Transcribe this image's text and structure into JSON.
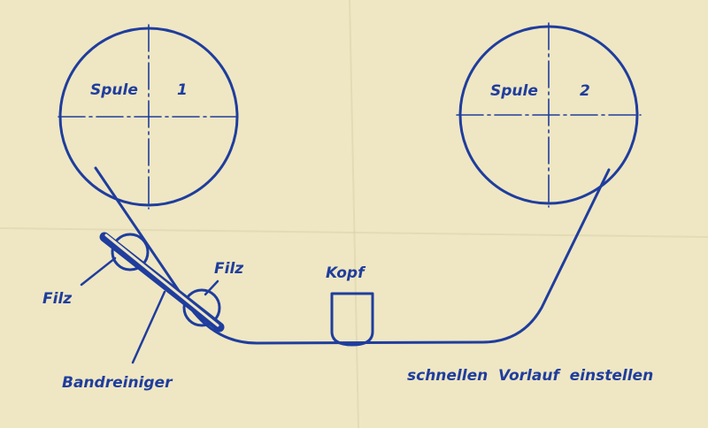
{
  "colors": {
    "paper": "#efe7c3",
    "paper_fold": "#d9d0a8",
    "ink": "#1f3d9e"
  },
  "labels": {
    "spule_left_word": "Spule",
    "spule_left_number": "1",
    "spule_right_word": "Spule",
    "spule_right_number": "2",
    "head": "Kopf",
    "felt_left": "Filz",
    "felt_right": "Filz",
    "cleaner": "Bandreiniger",
    "instruction": "schnellen  Vorlauf  einstellen"
  }
}
